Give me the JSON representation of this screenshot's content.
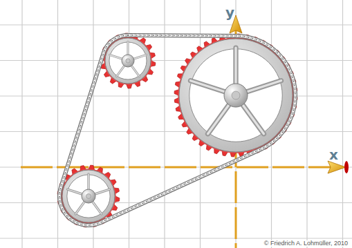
{
  "diagram": {
    "labels": [
      "y",
      "x",
      "© Friedrich A. Lohmüller, 2010"
    ]
  }
}
